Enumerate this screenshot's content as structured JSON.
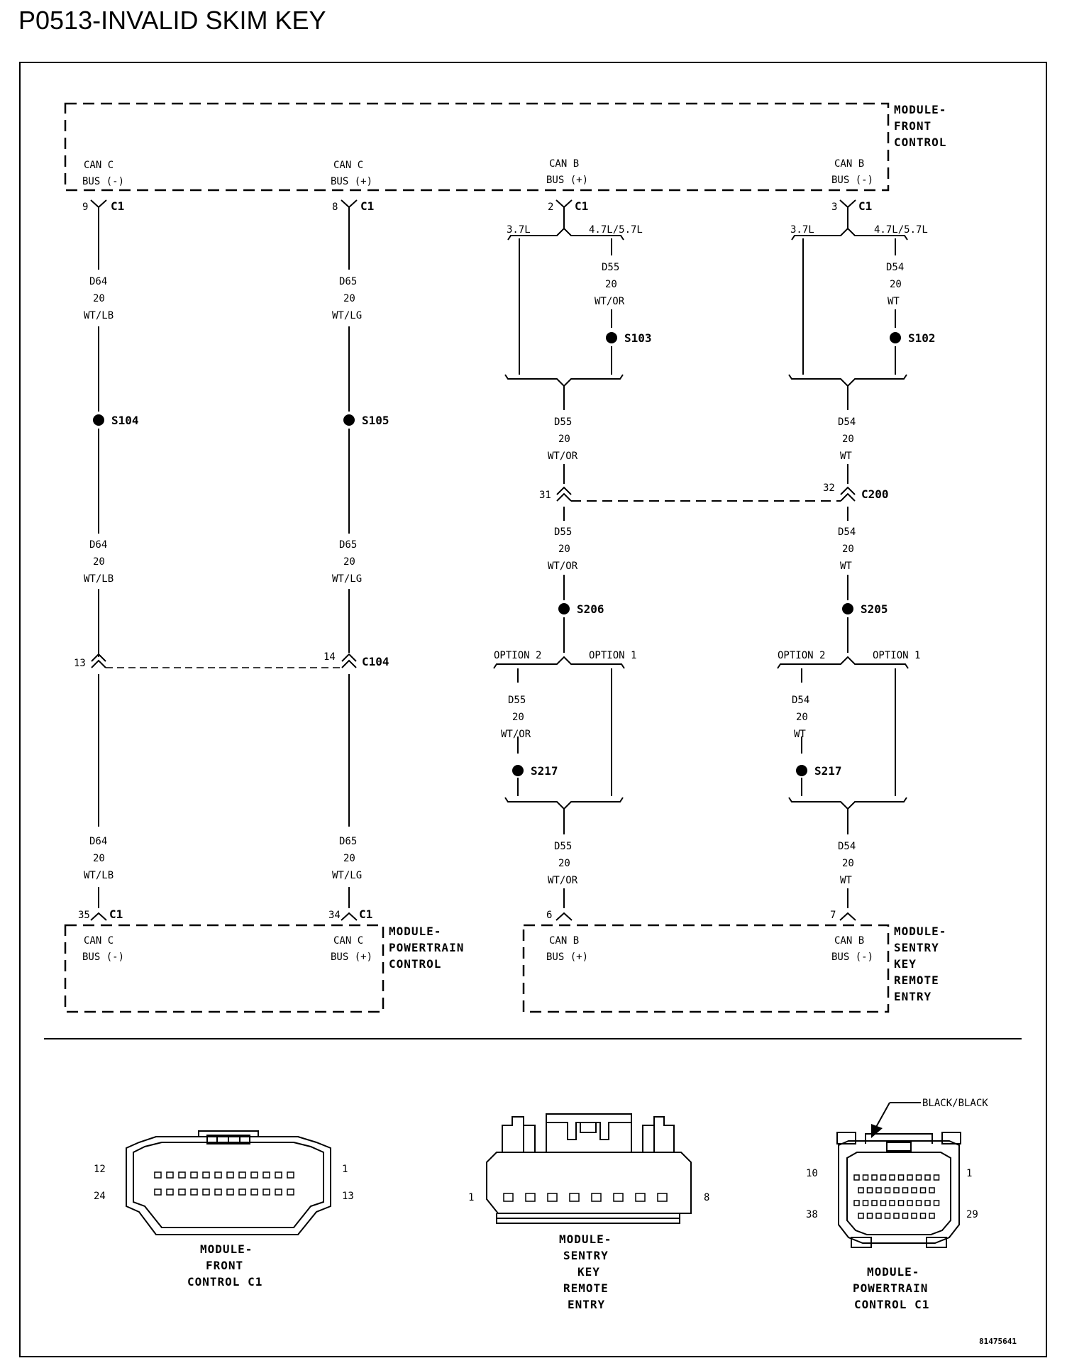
{
  "title": "P0513-INVALID SKIM KEY",
  "modules": {
    "fcm": {
      "line1": "MODULE-",
      "line2": "FRONT",
      "line3": "CONTROL"
    },
    "pcm": {
      "line1": "MODULE-",
      "line2": "POWERTRAIN",
      "line3": "CONTROL"
    },
    "skre": {
      "line1": "MODULE-",
      "line2": "SENTRY",
      "line3": "KEY",
      "line4": "REMOTE",
      "line5": "ENTRY"
    }
  },
  "pins": {
    "fcm_canc_minus": {
      "l1": "CAN C",
      "l2": "BUS (-)",
      "num": "9",
      "conn": "C1"
    },
    "fcm_canc_plus": {
      "l1": "CAN C",
      "l2": "BUS (+)",
      "num": "8",
      "conn": "C1"
    },
    "fcm_canb_plus": {
      "l1": "CAN B",
      "l2": "BUS (+)",
      "num": "2",
      "conn": "C1"
    },
    "fcm_canb_minus": {
      "l1": "CAN B",
      "l2": "BUS (-)",
      "num": "3",
      "conn": "C1"
    },
    "pcm_canc_minus": {
      "l1": "CAN C",
      "l2": "BUS (-)",
      "num": "35",
      "conn": "C1"
    },
    "pcm_canc_plus": {
      "l1": "CAN C",
      "l2": "BUS (+)",
      "num": "34",
      "conn": "C1"
    },
    "skre_canb_plus": {
      "l1": "CAN B",
      "l2": "BUS (+)",
      "num": "6"
    },
    "skre_canb_minus": {
      "l1": "CAN B",
      "l2": "BUS (-)",
      "num": "7"
    }
  },
  "wires": {
    "d64": {
      "circuit": "D64",
      "gauge": "20",
      "color": "WT/LB"
    },
    "d65": {
      "circuit": "D65",
      "gauge": "20",
      "color": "WT/LG"
    },
    "d55": {
      "circuit": "D55",
      "gauge": "20",
      "color": "WT/OR"
    },
    "d54": {
      "circuit": "D54",
      "gauge": "20",
      "color": "WT"
    }
  },
  "splices": {
    "s104": "S104",
    "s105": "S105",
    "s103": "S103",
    "s102": "S102",
    "s206": "S206",
    "s205": "S205",
    "s217a": "S217",
    "s217b": "S217"
  },
  "branches": {
    "engine_a": "3.7L",
    "engine_b": "4.7L/5.7L",
    "option_2": "OPTION 2",
    "option_1": "OPTION 1"
  },
  "inline_connectors": {
    "c104": {
      "name": "C104",
      "pin_left": "13",
      "pin_right": "14"
    },
    "c200": {
      "name": "C200",
      "pin_left": "31",
      "pin_right": "32"
    }
  },
  "connector_views": {
    "fcm": {
      "line1": "MODULE-",
      "line2": "FRONT",
      "line3": "CONTROL C1",
      "pin_tl": "12",
      "pin_bl": "24",
      "pin_tr": "1",
      "pin_br": "13"
    },
    "skre": {
      "line1": "MODULE-",
      "line2": "SENTRY",
      "line3": "KEY",
      "line4": "REMOTE",
      "line5": "ENTRY",
      "pin_l": "1",
      "pin_r": "8"
    },
    "pcm": {
      "line1": "MODULE-",
      "line2": "POWERTRAIN",
      "line3": "CONTROL C1",
      "pin_tl": "10",
      "pin_bl": "38",
      "pin_tr": "1",
      "pin_br": "29",
      "callout": "BLACK/BLACK"
    }
  },
  "figure_id": "81475641"
}
